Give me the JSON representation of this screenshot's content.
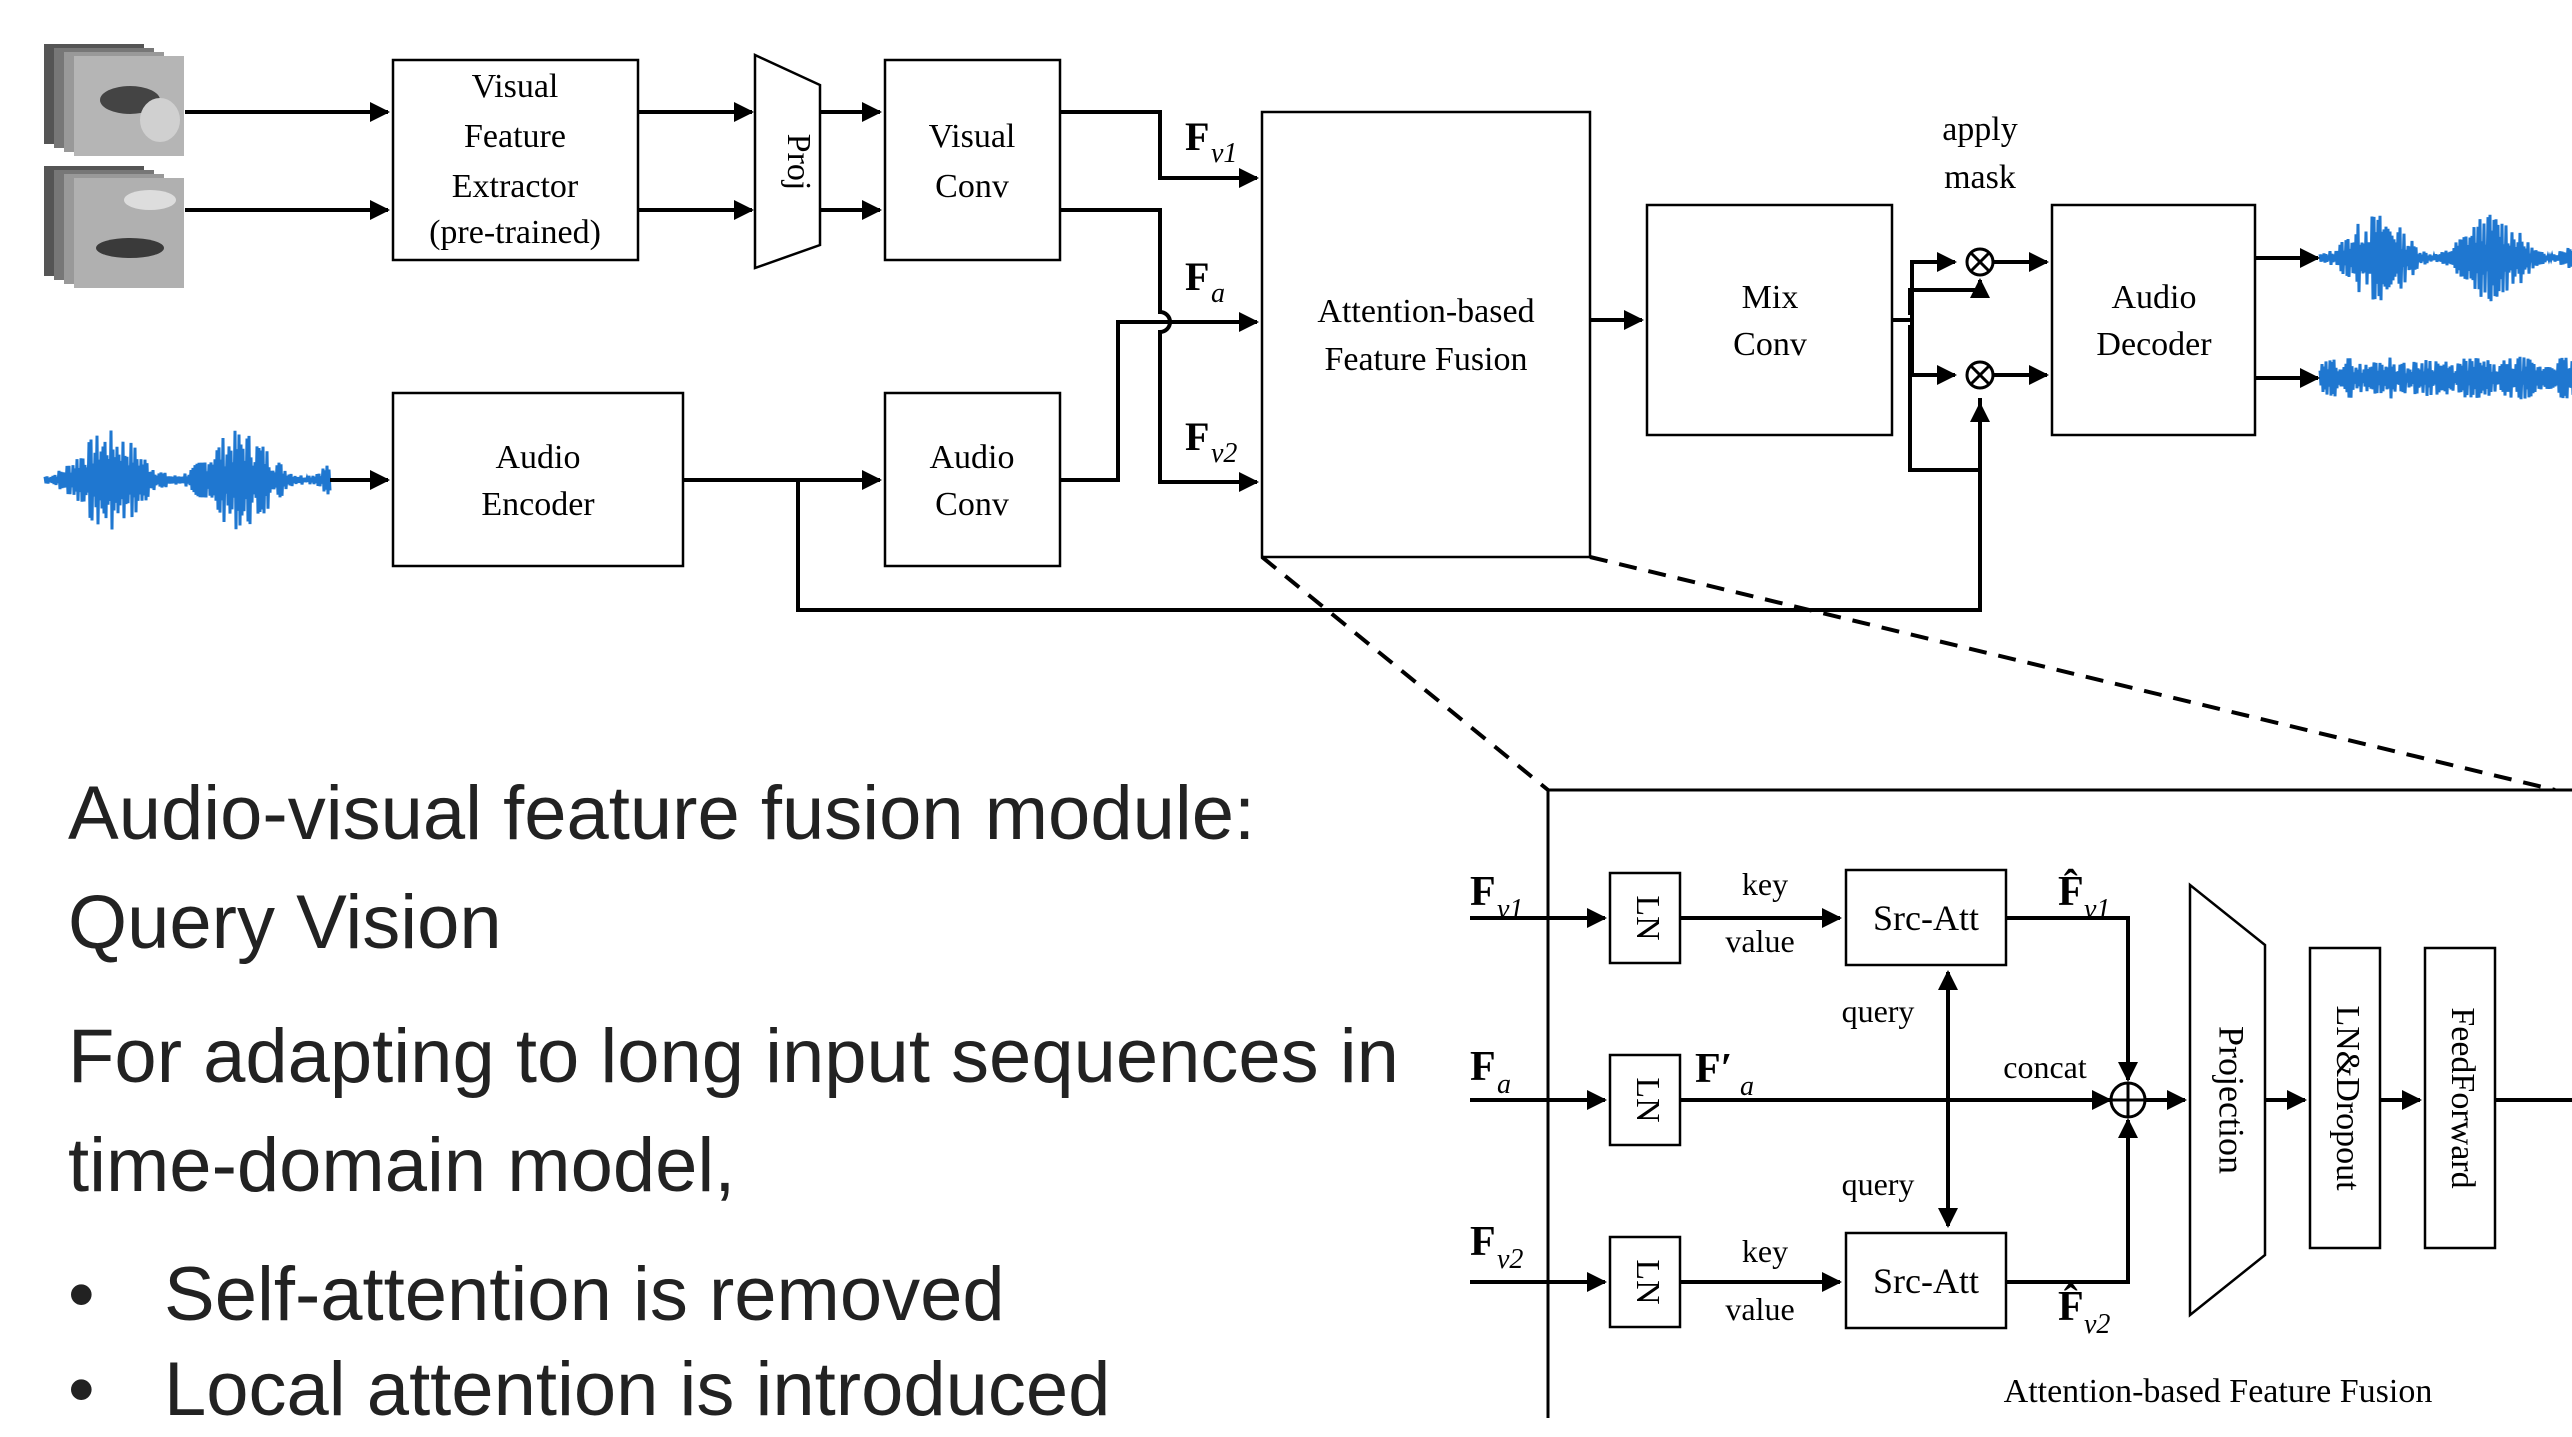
{
  "top": {
    "visual_extractor": [
      "Visual",
      "Feature",
      "Extractor",
      "(pre-trained)"
    ],
    "proj": "Proj",
    "visual_conv": [
      "Visual",
      "Conv"
    ],
    "audio_encoder": [
      "Audio",
      "Encoder"
    ],
    "audio_conv": [
      "Audio",
      "Conv"
    ],
    "fusion": [
      "Attention-based",
      "Feature Fusion"
    ],
    "mix_conv": [
      "Mix",
      "Conv"
    ],
    "apply_mask": [
      "apply",
      "mask"
    ],
    "audio_decoder": [
      "Audio",
      "Decoder"
    ],
    "f_v1": "F",
    "f_v1_sub": "v1",
    "f_a": "F",
    "f_a_sub": "a",
    "f_v2": "F",
    "f_v2_sub": "v2"
  },
  "zoom": {
    "f_v1": "F",
    "f_v1_sub": "v1",
    "f_a": "F",
    "f_a_sub": "a",
    "f_v2": "F",
    "f_v2_sub": "v2",
    "ln": "LN",
    "key": "key",
    "value": "value",
    "query": "query",
    "concat": "concat",
    "f_a_prime": "F′",
    "f_a_prime_sub": "a",
    "src_att": "Src-Att",
    "fhat_v1": "F̂",
    "fhat_v1_sub": "v1",
    "fhat_v2": "F̂",
    "fhat_v2_sub": "v2",
    "projection": "Projection",
    "ln_dropout": "LN&Dropout",
    "feedforward": "FeedForward",
    "caption": "Attention-based Feature Fusion"
  },
  "slide": {
    "heading": "Audio-visual feature fusion module: Query Vision",
    "intro": "For adapting to long input sequences in time-domain model,",
    "bullets": [
      "Self-attention is removed",
      "Local attention is introduced"
    ]
  }
}
